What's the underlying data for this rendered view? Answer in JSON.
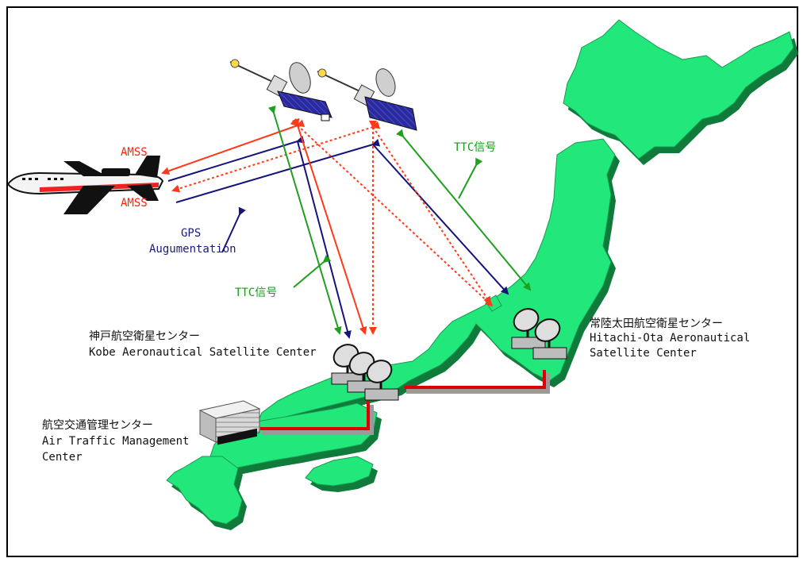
{
  "colors": {
    "land": "#22e77a",
    "land_shadow": "#0f7a3a",
    "red_signal": "#ff3a1a",
    "blue_signal": "#14147a",
    "green_signal": "#1ea01e",
    "link_red": "#dd0000",
    "link_gray": "#9a9a9a"
  },
  "labels": {
    "amss_top": "AMSS",
    "amss_bottom": "AMSS",
    "gps_line1": "GPS",
    "gps_line2": "Augumentation",
    "ttc_upper": "TTC信号",
    "ttc_lower": "TTC信号",
    "kobe_jp": "神戸航空衛星センター",
    "kobe_en": "Kobe Aeronautical Satellite Center",
    "hitachi_jp": "常陸太田航空衛星センター",
    "hitachi_en1": "Hitachi-Ota Aeronautical",
    "hitachi_en2": "Satellite Center",
    "atmc_jp": "航空交通管理センター",
    "atmc_en1": "Air Traffic Management",
    "atmc_en2": "Center"
  },
  "icons": [
    "satellite-icon",
    "airplane-icon",
    "antenna-dish-icon",
    "building-icon"
  ]
}
